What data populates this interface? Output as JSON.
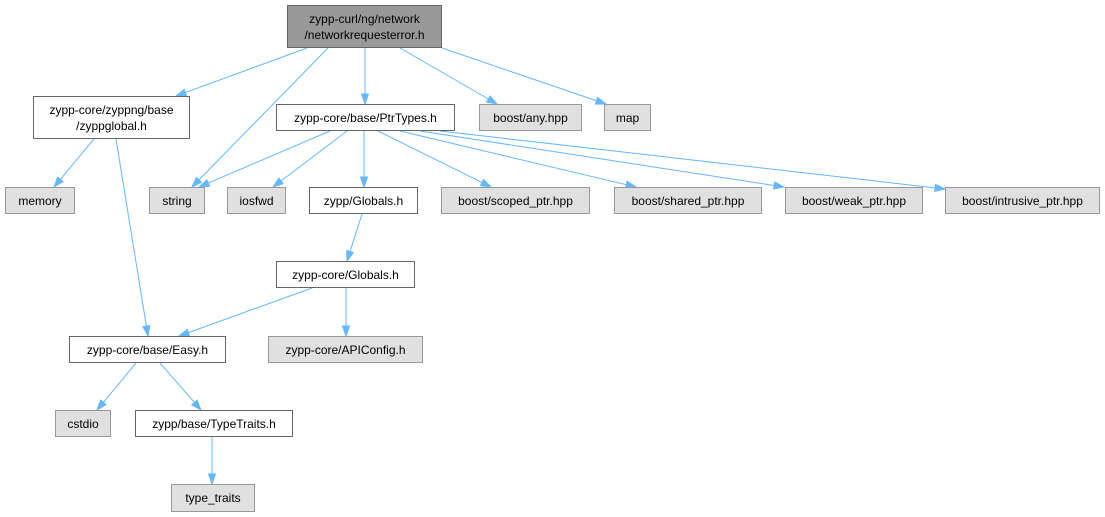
{
  "graph": {
    "colors": {
      "root_fill": "#999999",
      "local_fill": "#ffffff",
      "external_fill": "#e0e0e0",
      "edge": "#63b8ff"
    },
    "nodes": {
      "root": "zypp-curl/ng/network\n/networkrequesterror.h",
      "zyppglobal": "zypp-core/zyppng/base\n/zyppglobal.h",
      "ptrtypes": "zypp-core/base/PtrTypes.h",
      "boost_any": "boost/any.hpp",
      "map": "map",
      "memory": "memory",
      "string": "string",
      "iosfwd": "iosfwd",
      "zypp_globals": "zypp/Globals.h",
      "scoped_ptr": "boost/scoped_ptr.hpp",
      "shared_ptr": "boost/shared_ptr.hpp",
      "weak_ptr": "boost/weak_ptr.hpp",
      "intrusive_ptr": "boost/intrusive_ptr.hpp",
      "core_globals": "zypp-core/Globals.h",
      "easy": "zypp-core/base/Easy.h",
      "apiconfig": "zypp-core/APIConfig.h",
      "cstdio": "cstdio",
      "typetraits": "zypp/base/TypeTraits.h",
      "type_traits": "type_traits"
    }
  }
}
